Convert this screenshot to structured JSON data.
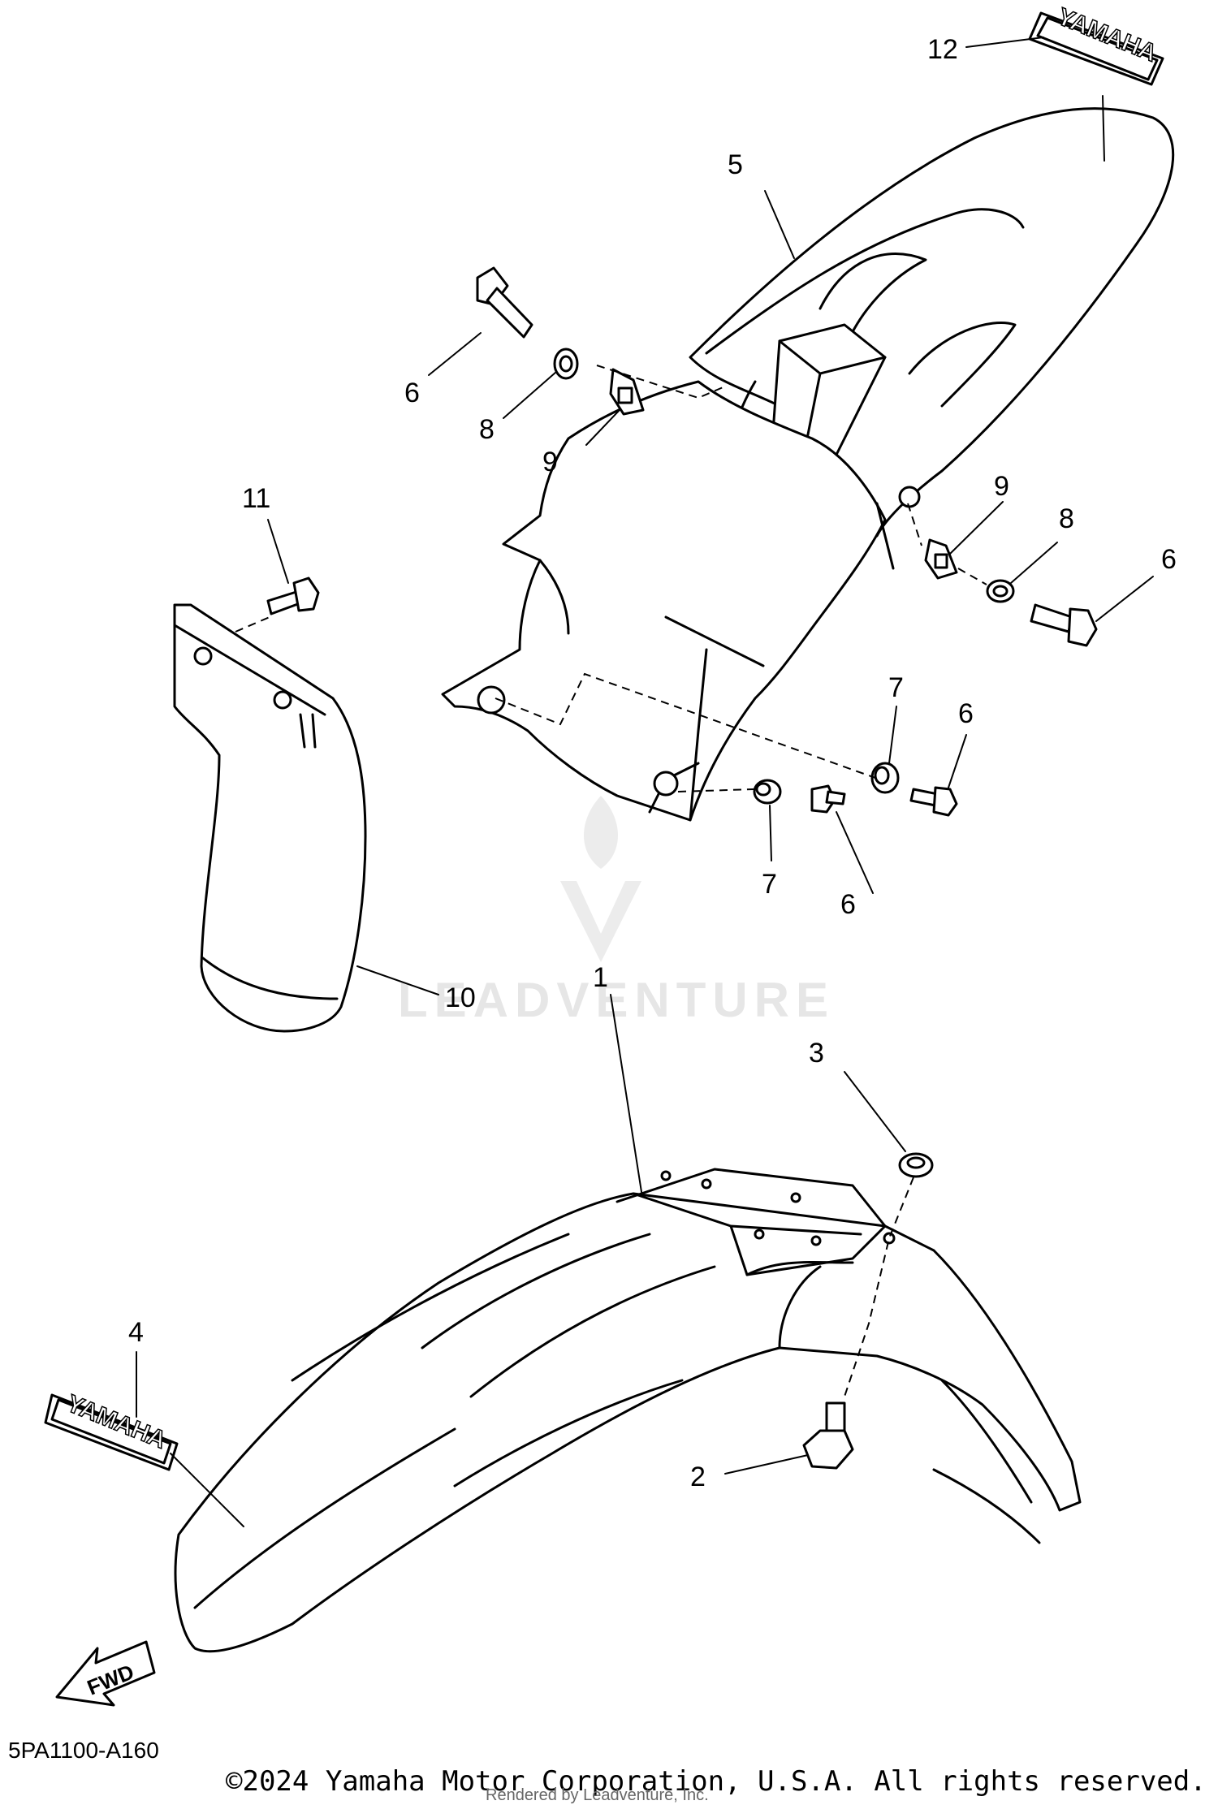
{
  "diagram": {
    "code": "5PA1100-A160",
    "copyright": "©2024 Yamaha Motor Corporation, U.S.A. All rights reserved.",
    "rendered_by": "Rendered by Leadventure, Inc.",
    "watermark": "LEADVENTURE",
    "decal_text": "YAMAHA",
    "fwd_label": "FWD",
    "callouts": {
      "c1": "1",
      "c2": "2",
      "c3": "3",
      "c4": "4",
      "c5": "5",
      "c6a": "6",
      "c6b": "6",
      "c6c": "6",
      "c6d": "6",
      "c7a": "7",
      "c7b": "7",
      "c8a": "8",
      "c8b": "8",
      "c9a": "9",
      "c9b": "9",
      "c10": "10",
      "c11": "11",
      "c12": "12"
    }
  }
}
